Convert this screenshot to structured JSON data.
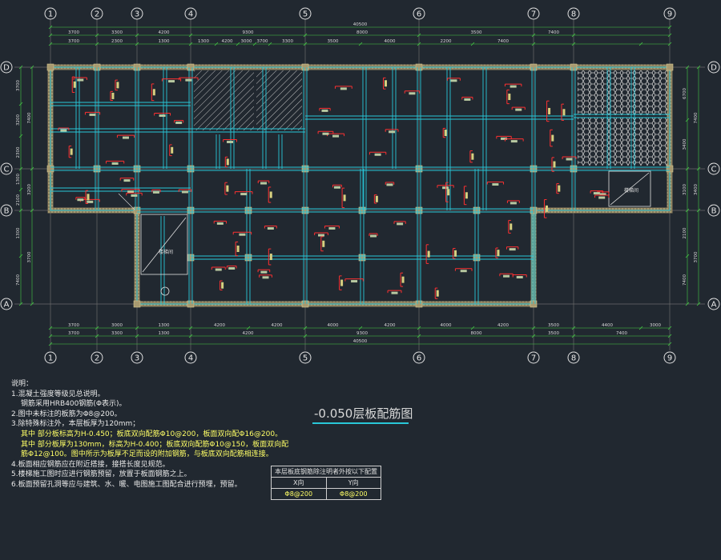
{
  "grid": {
    "columns": [
      "1",
      "2",
      "3",
      "4",
      "5",
      "6",
      "7",
      "8",
      "9"
    ],
    "rows": [
      "A",
      "B",
      "C",
      "D"
    ]
  },
  "dims": {
    "top_total": "40500",
    "top_spans": [
      "3700",
      "3300",
      "4200",
      "9300",
      "8000",
      "3500",
      "7400"
    ],
    "top_sub": [
      "3700",
      "2300",
      "1300",
      "1300",
      "4200",
      "3000",
      "3700",
      "3300",
      "3500",
      "4000",
      "2200",
      "7400"
    ],
    "bot_total": "40500",
    "bot_spans": [
      "3700",
      "3300",
      "1300",
      "4200",
      "9300",
      "8000",
      "3500",
      "7400"
    ],
    "bot_sub": [
      "3700",
      "3000",
      "1300",
      "4200",
      "4200",
      "4000",
      "4200",
      "4000",
      "4200",
      "3500",
      "4400",
      "3000"
    ],
    "left": [
      "3700",
      "3200",
      "2300",
      "1300",
      "2100",
      "1300",
      "7400",
      "3700"
    ],
    "right": [
      "6700",
      "3400",
      "3100",
      "2100",
      "7400",
      "3700"
    ]
  },
  "title": "-0.050层板配筋图",
  "notes": {
    "heading": "说明：",
    "lines": [
      "1.混凝土强度等级见总说明。",
      "钢筋采用HRB400钢筋(Φ表示)。",
      "2.图中未标注的板筋为Φ8@200。",
      "3.除特殊标注外，本层板厚为120mm；",
      "其中        部分板标高为H-0.450；板底双向配筋Φ10@200，板面双向配Φ16@200。",
      "其中        部分板厚为130mm，标高为H-0.400；板底双向配筋Φ10@150，板面双向配",
      "筋Φ12@100。图中所示为板厚不足而设的附加钢筋，与板底双向配筋相连接。",
      "4.板面相应钢筋应在附近搭接，接搭长度见规范。",
      "5.楼梯施工图时应进行钢筋预留，放置于板面钢筋之上。",
      "6.板面预留孔洞等应与建筑、水、暖、电图施工图配合进行预埋，预留。"
    ]
  },
  "table": {
    "title": "本层板底钢筋除注明者外按以下配置",
    "headers": [
      "X向",
      "Y向"
    ],
    "values": [
      "Φ8@200",
      "Φ8@200"
    ]
  },
  "labels": {
    "stair1": "楼梯间",
    "stair2": "楼梯间",
    "hole": "洞口",
    "rebar_tag": "Φ8@200"
  }
}
